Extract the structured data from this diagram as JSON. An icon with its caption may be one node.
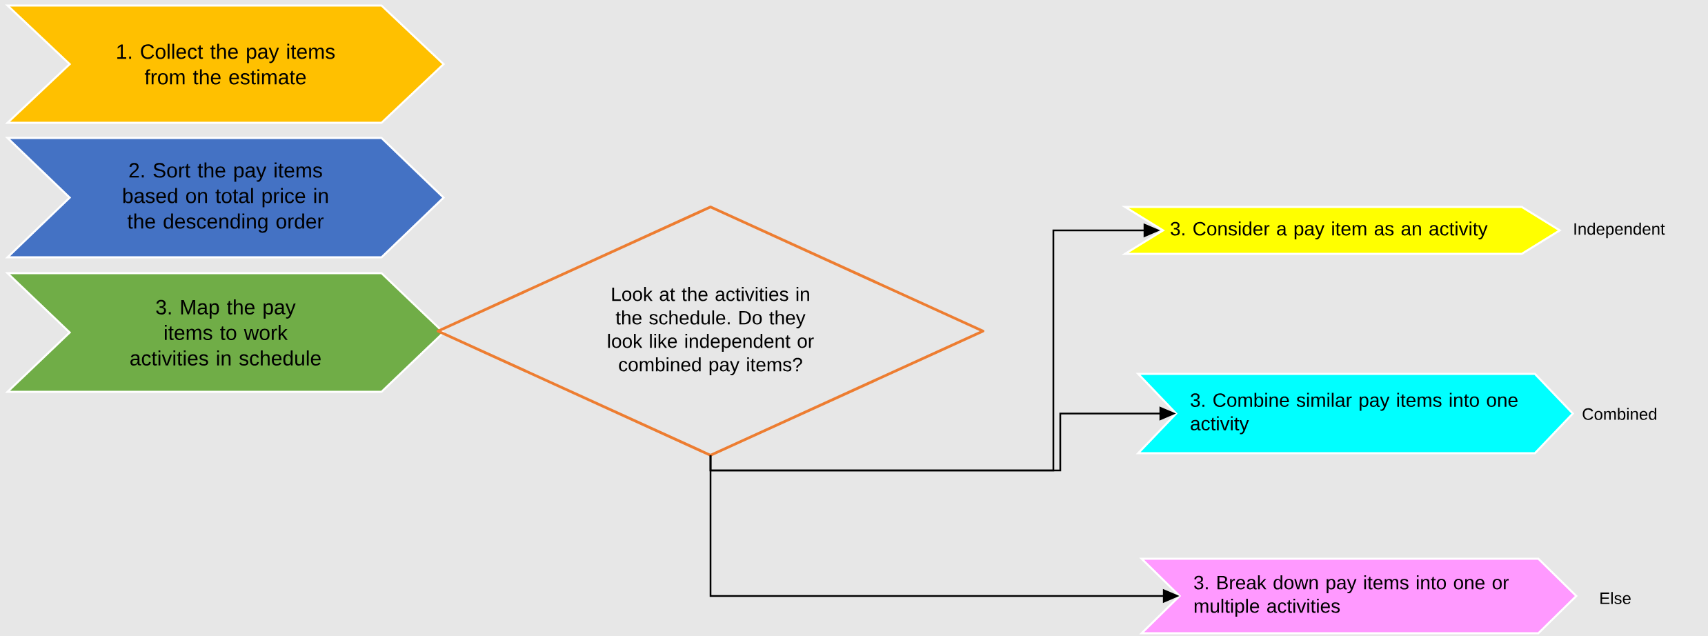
{
  "diagram": {
    "nodes": [
      {
        "text": [
          "1. Collect the pay items from the estimate"
        ]
      },
      {
        "text": [
          "2. Sort the pay items based on total price in the descending order"
        ]
      },
      {
        "text": [
          "3. Map the pay items to work activities in schedule"
        ]
      },
      {
        "text": [
          "Look at the activities in the schedule. Do they look like independent or combined pay items?"
        ]
      },
      {
        "text": [
          "3. Consider a pay item as an activity"
        ],
        "beside": [
          "Independent"
        ]
      },
      {
        "text": [
          "3. Combine similar pay items into one activity"
        ],
        "beside": [
          "Combined"
        ]
      },
      {
        "text": [
          "3. Break down pay items into one or multiple activities"
        ],
        "beside": [
          "Else"
        ]
      }
    ],
    "edges": [
      {
        "from": 3,
        "to": 4,
        "arrow": "to"
      },
      {
        "from": 3,
        "to": 5,
        "arrow": "to"
      },
      {
        "from": 3,
        "to": 6,
        "arrow": "to"
      }
    ]
  }
}
